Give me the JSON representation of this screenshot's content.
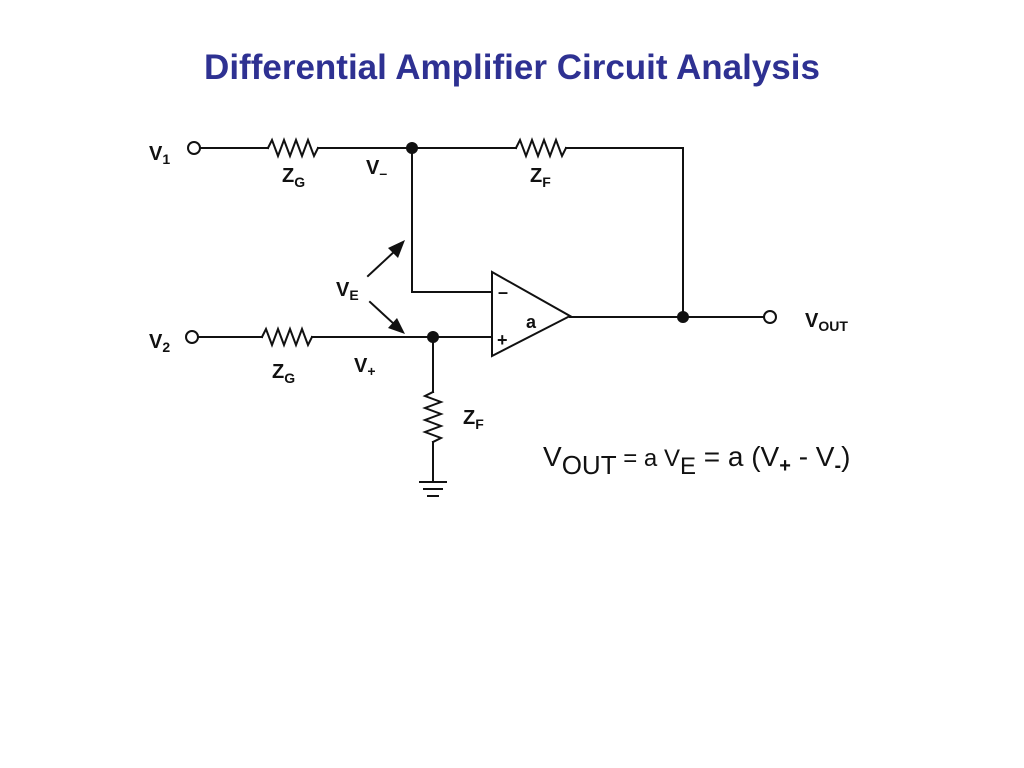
{
  "title": "Differential Amplifier Circuit Analysis",
  "colors": {
    "title": "#2e3192",
    "wire": "#111111"
  },
  "labels": {
    "v1_base": "V",
    "v1_sub": "1",
    "v2_base": "V",
    "v2_sub": "2",
    "zg_top_base": "Z",
    "zg_top_sub": "G",
    "zg_bot_base": "Z",
    "zg_bot_sub": "G",
    "zf_top_base": "Z",
    "zf_top_sub": "F",
    "zf_bot_base": "Z",
    "zf_bot_sub": "F",
    "vminus_base": "V",
    "vminus_sub": "–",
    "vplus_base": "V",
    "vplus_sub": "+",
    "ve_base": "V",
    "ve_sub": "E",
    "vout_base": "V",
    "vout_sub": "OUT",
    "opamp_gain": "a",
    "opamp_minus": "–",
    "opamp_plus": "+"
  },
  "equation": {
    "p1": "V",
    "p1_sub": "OUT",
    "p2": " = a V",
    "p2_sub": "E",
    "p3": " =  a (V",
    "p3_sub": "+",
    "p4": " - V",
    "p4_sub": "-",
    "p5": ")"
  }
}
